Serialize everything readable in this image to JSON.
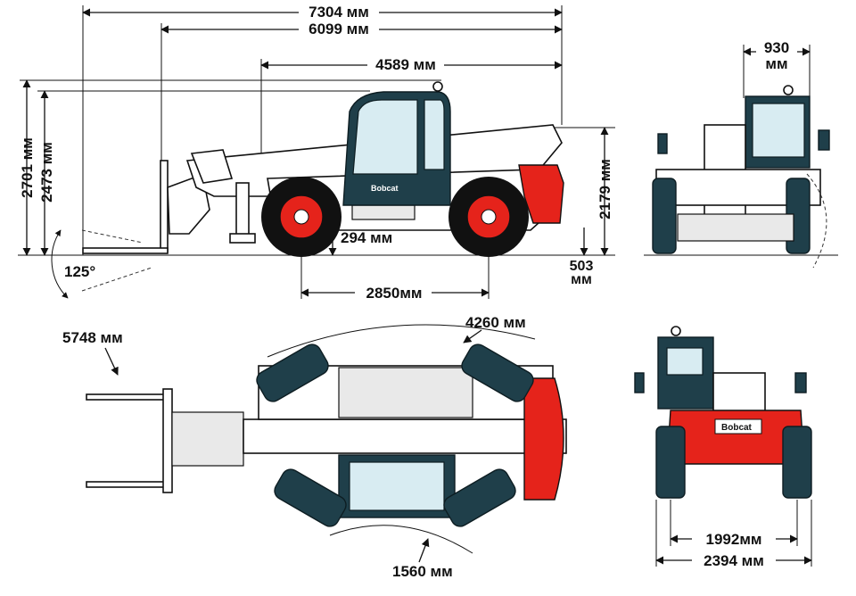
{
  "colors": {
    "cab_dark": "#1f3f4a",
    "accent_red": "#e5231b",
    "glass": "#d8ecf2",
    "line": "#111111"
  },
  "brand": {
    "logo_text": "Bobcat"
  },
  "side_view": {
    "overall_length": "7304 мм",
    "length_to_carriage": "6099 мм",
    "rear_overhang_span": "4589 мм",
    "max_height": "2701 мм",
    "cab_height": "2473 мм",
    "boom_pivot_height": "2179 мм",
    "ground_clearance": "294 мм",
    "rear_clearance_value": "503",
    "rear_clearance_unit": "мм",
    "wheelbase": "2850мм",
    "fork_tilt_angle": "125°"
  },
  "front_view": {
    "cab_width_value": "930",
    "cab_width_unit": "мм"
  },
  "top_view": {
    "outer_turning_radius": "5748 мм",
    "turning_radius_at_wheels": "4260 мм",
    "inner_turning_radius": "1560 мм"
  },
  "rear_view": {
    "track_width": "1992мм",
    "overall_width": "2394 мм"
  }
}
